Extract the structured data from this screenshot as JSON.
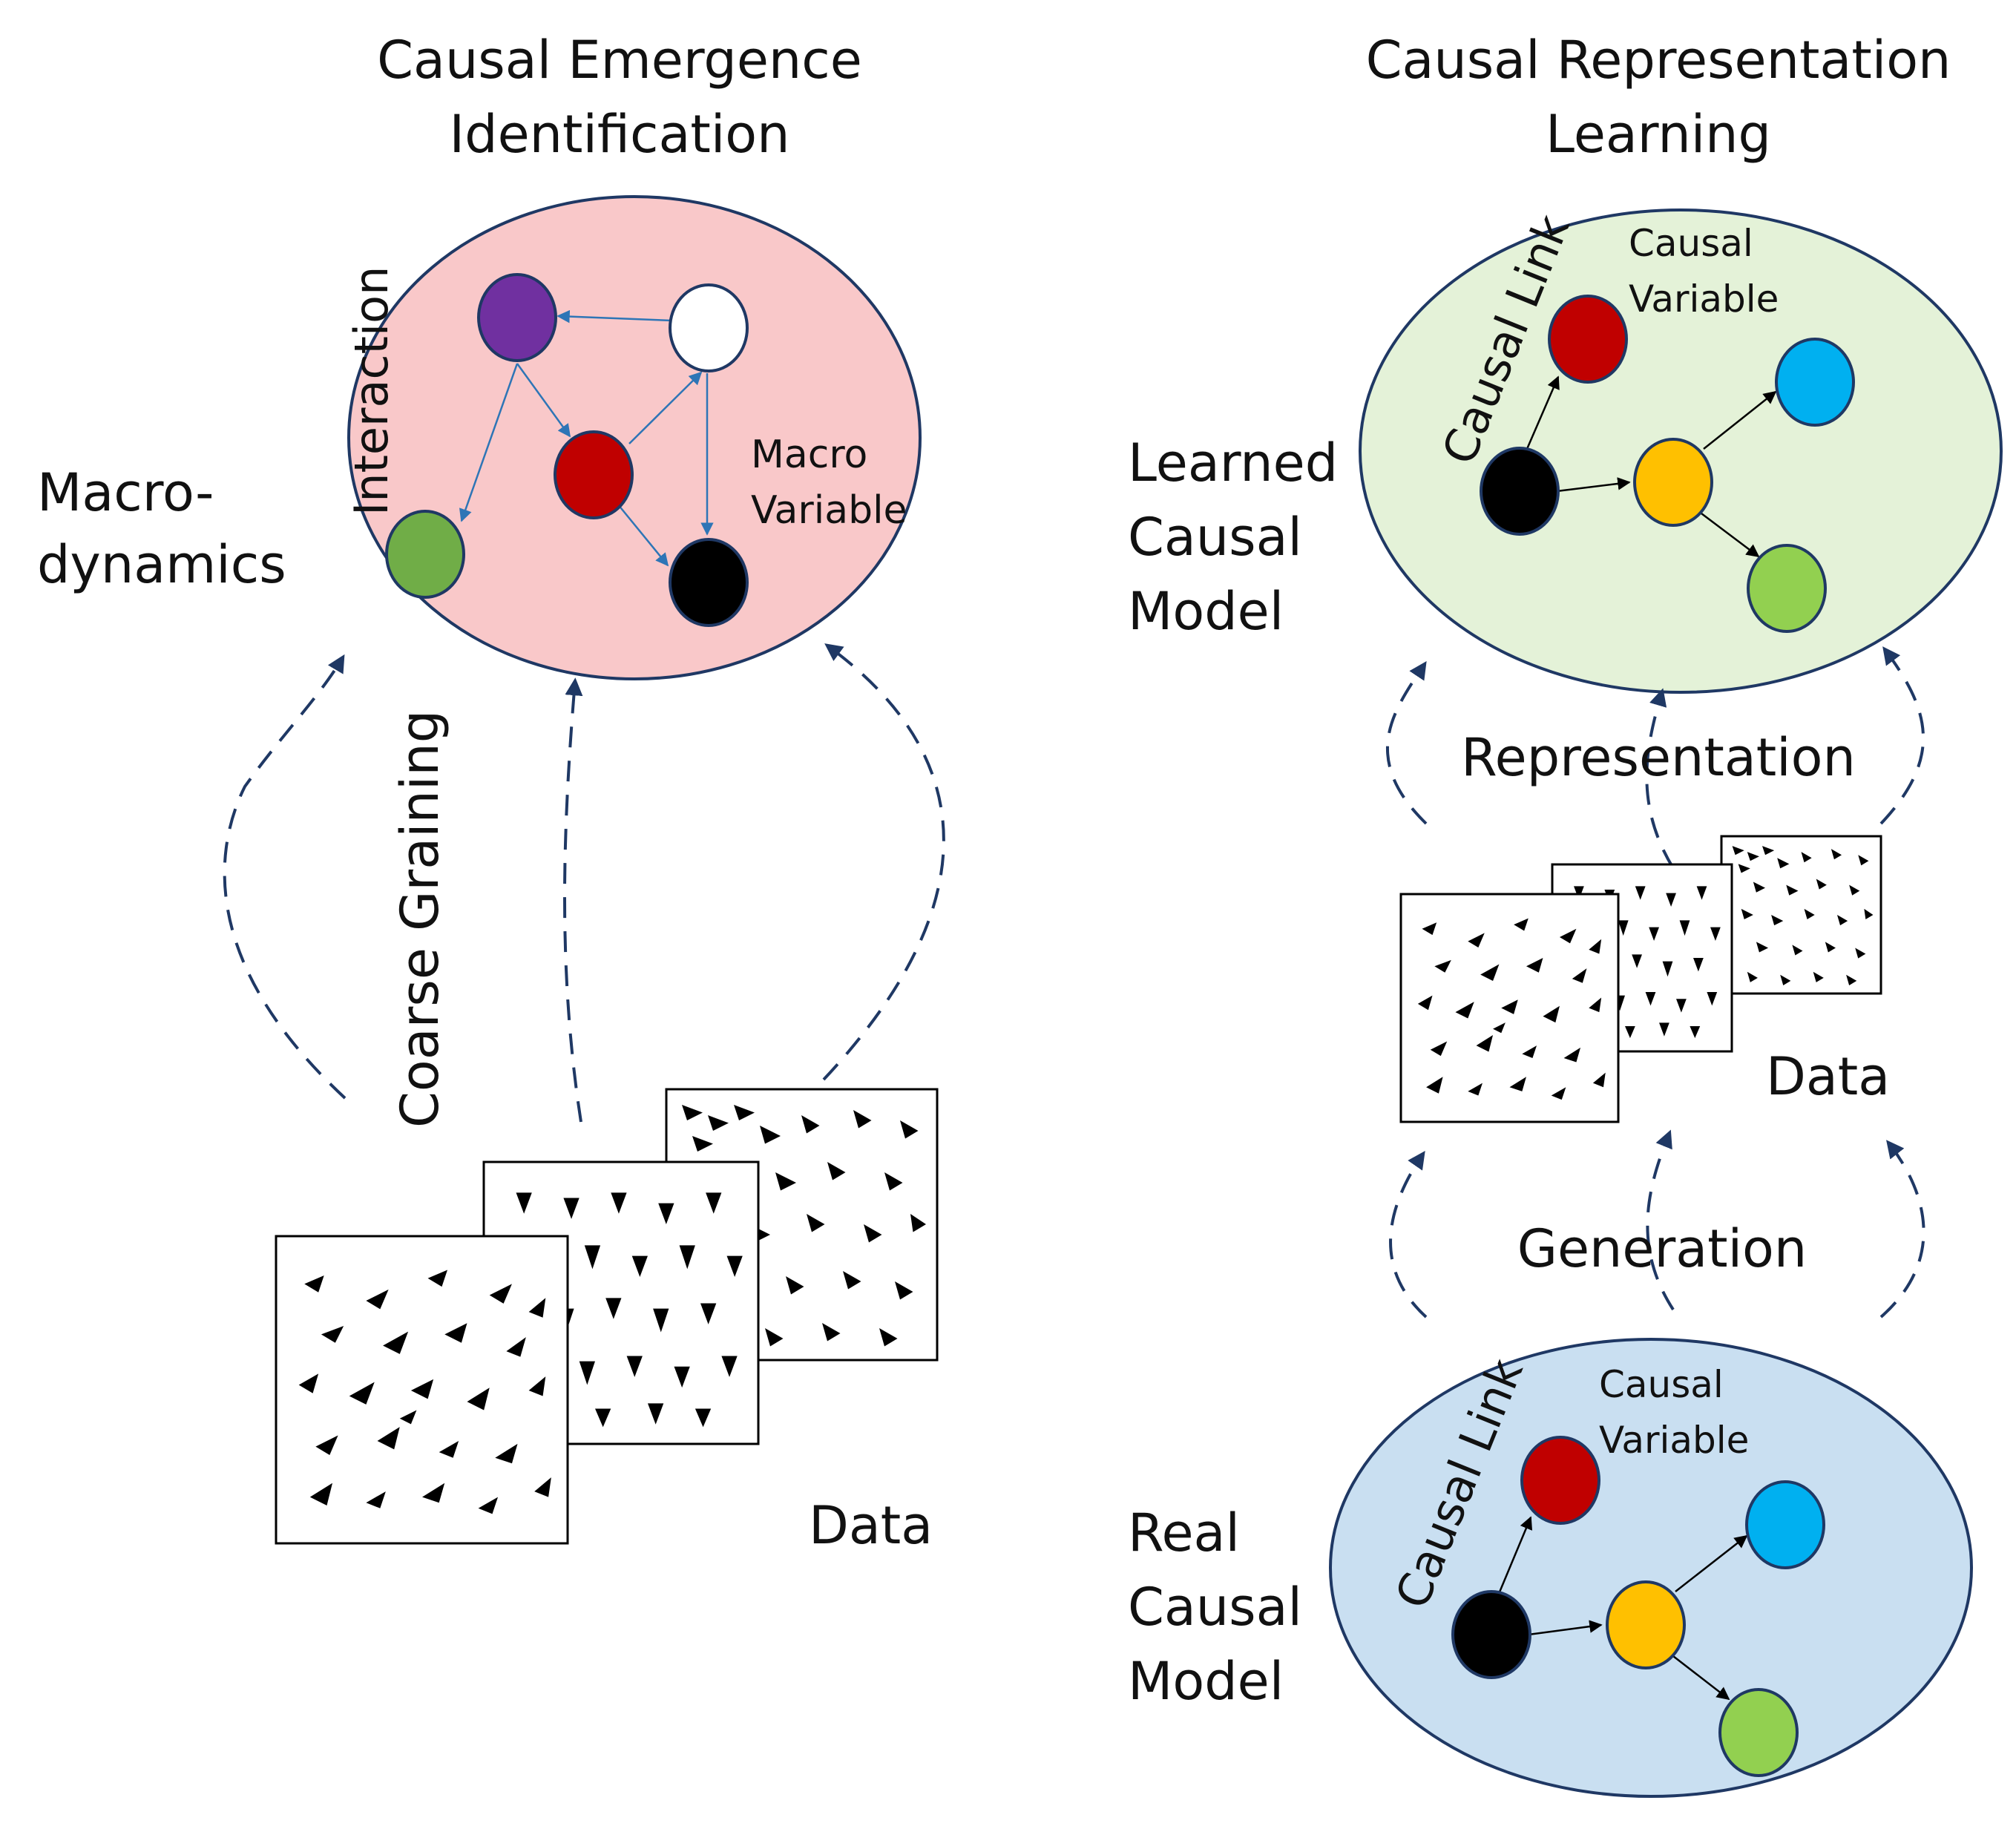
{
  "left_panel": {
    "title_line1": "Causal Emergence",
    "title_line2": "Identification",
    "side_label_line1": "Macro-",
    "side_label_line2": "dynamics",
    "interaction_label": "Interaction",
    "macro_var_line1": "Macro",
    "macro_var_line2": "Variable",
    "coarse_graining_label": "Coarse Graining",
    "data_label": "Data",
    "ellipse_fill": "#F9C8C9"
  },
  "right_panel": {
    "title_line1": "Causal Representation",
    "title_line2": "Learning",
    "learned_line1": "Learned",
    "learned_line2": "Causal",
    "learned_line3": "Model",
    "real_line1": "Real",
    "real_line2": "Causal",
    "real_line3": "Model",
    "representation_label": "Representation",
    "generation_label": "Generation",
    "data_label": "Data",
    "causal_link_label": "Causal Link",
    "causal_variable_line1": "Causal",
    "causal_variable_line2": "Variable",
    "learned_fill": "#E4F2D8",
    "real_fill": "#C9DFF1"
  },
  "colors": {
    "purple": "#7030A0",
    "red": "#C00000",
    "green_dark": "#70AD47",
    "black": "#000000",
    "white": "#FFFFFF",
    "blue": "#00B0F0",
    "yellow": "#FFC000",
    "green_light": "#92D050",
    "edge_blue": "#2E75B6",
    "dashed_navy": "#1F3864"
  }
}
